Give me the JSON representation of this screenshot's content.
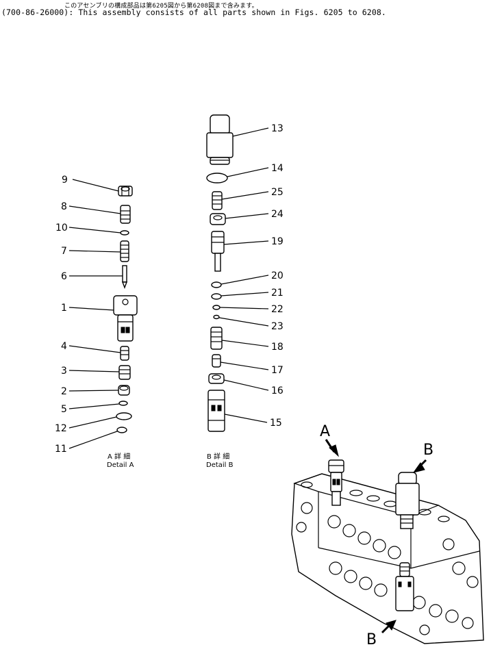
{
  "header": {
    "japanese_note": "このアセンブリの構成部品は第6205図から第6208図まで含みます。",
    "english_note": "(700-86-26000): This assembly consists of all parts shown in Figs. 6205 to 6208."
  },
  "detail_a": {
    "caption_jp": "A 詳 細",
    "caption_en": "Detail A",
    "part_labels": [
      "9",
      "8",
      "10",
      "7",
      "6",
      "1",
      "4",
      "3",
      "2",
      "5",
      "12",
      "11"
    ]
  },
  "detail_b": {
    "caption_jp": "B 詳 細",
    "caption_en": "Detail B",
    "part_labels": [
      "13",
      "14",
      "25",
      "24",
      "19",
      "20",
      "21",
      "22",
      "23",
      "18",
      "17",
      "16",
      "15"
    ]
  },
  "overview": {
    "marker_a": "A",
    "marker_b_top": "B",
    "marker_b_bottom": "B"
  }
}
